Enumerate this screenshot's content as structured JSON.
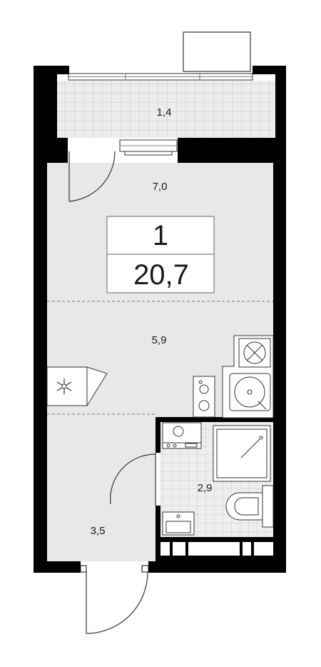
{
  "apartment": {
    "rooms_count": "1",
    "total_area": "20,7"
  },
  "zones": {
    "balcony": "1,4",
    "living_room": "7,0",
    "kitchen": "5,9",
    "bathroom": "2,9",
    "hallway": "3,5"
  },
  "colors": {
    "wall": "#000000",
    "floor": "#e8e8e8",
    "tile_grid": "#c8c8c8",
    "line": "#555555"
  },
  "icons": {
    "ac_unit": "snowflake-icon",
    "cooktop": "cooktop-icon",
    "oven": "oven-x-icon",
    "sink": "sink-icon",
    "shower": "shower-tray-icon",
    "toilet": "toilet-icon",
    "washing_machine": "washing-machine-icon"
  }
}
